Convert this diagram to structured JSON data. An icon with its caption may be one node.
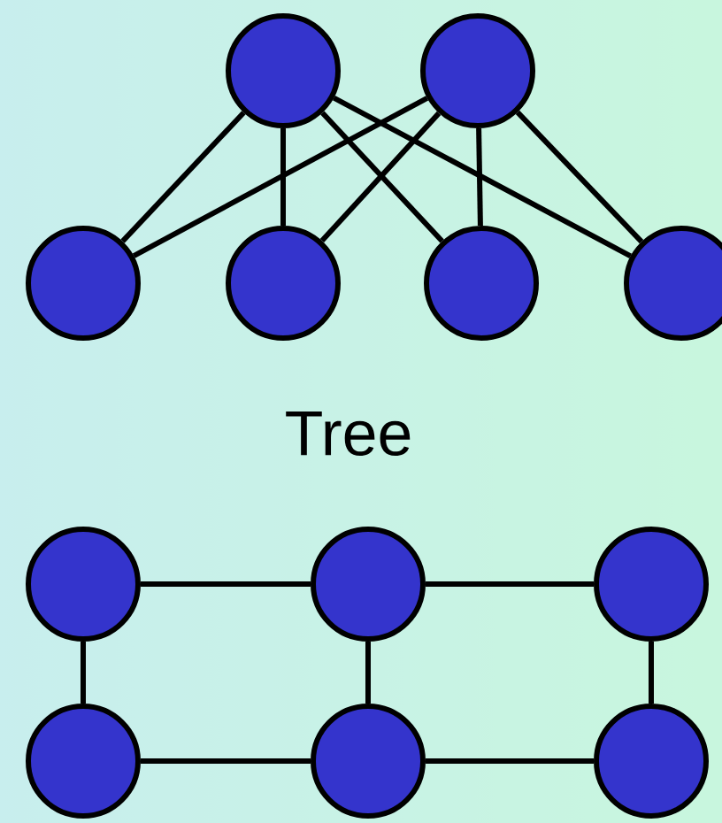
{
  "diagram": {
    "nodes": [
      {
        "text": [],
        "shape": "circle"
      },
      {
        "text": [],
        "shape": "circle"
      },
      {
        "text": [],
        "shape": "circle"
      },
      {
        "text": [],
        "shape": "circle"
      },
      {
        "text": [],
        "shape": "circle"
      },
      {
        "text": [],
        "shape": "circle"
      },
      {
        "text": [],
        "shape": "circle"
      },
      {
        "text": [],
        "shape": "circle"
      },
      {
        "text": [],
        "shape": "circle"
      },
      {
        "text": [],
        "shape": "circle"
      },
      {
        "text": [],
        "shape": "circle"
      },
      {
        "text": [],
        "shape": "circle"
      }
    ],
    "edges": [
      {
        "from": 0,
        "to": 2,
        "arrow": "none"
      },
      {
        "from": 0,
        "to": 3,
        "arrow": "none"
      },
      {
        "from": 0,
        "to": 4,
        "arrow": "none"
      },
      {
        "from": 0,
        "to": 5,
        "arrow": "none"
      },
      {
        "from": 1,
        "to": 2,
        "arrow": "none"
      },
      {
        "from": 1,
        "to": 3,
        "arrow": "none"
      },
      {
        "from": 1,
        "to": 4,
        "arrow": "none"
      },
      {
        "from": 1,
        "to": 5,
        "arrow": "none"
      },
      {
        "from": 6,
        "to": 7,
        "arrow": "none"
      },
      {
        "from": 7,
        "to": 8,
        "arrow": "none"
      },
      {
        "from": 6,
        "to": 9,
        "arrow": "none"
      },
      {
        "from": 7,
        "to": 10,
        "arrow": "none"
      },
      {
        "from": 8,
        "to": 11,
        "arrow": "none"
      },
      {
        "from": 9,
        "to": 10,
        "arrow": "none"
      },
      {
        "from": 10,
        "to": 11,
        "arrow": "none"
      }
    ],
    "labels": [
      "Tree"
    ]
  }
}
